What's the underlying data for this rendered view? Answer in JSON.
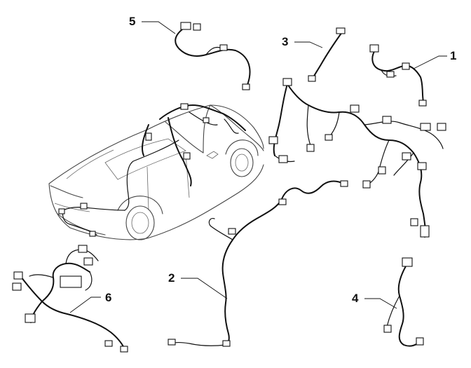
{
  "callouts": {
    "c1": "1",
    "c2": "2",
    "c3": "3",
    "c4": "4",
    "c5": "5",
    "c6": "6"
  },
  "colors": {
    "line": "#111111",
    "car_outline": "#444444",
    "background": "#ffffff"
  }
}
